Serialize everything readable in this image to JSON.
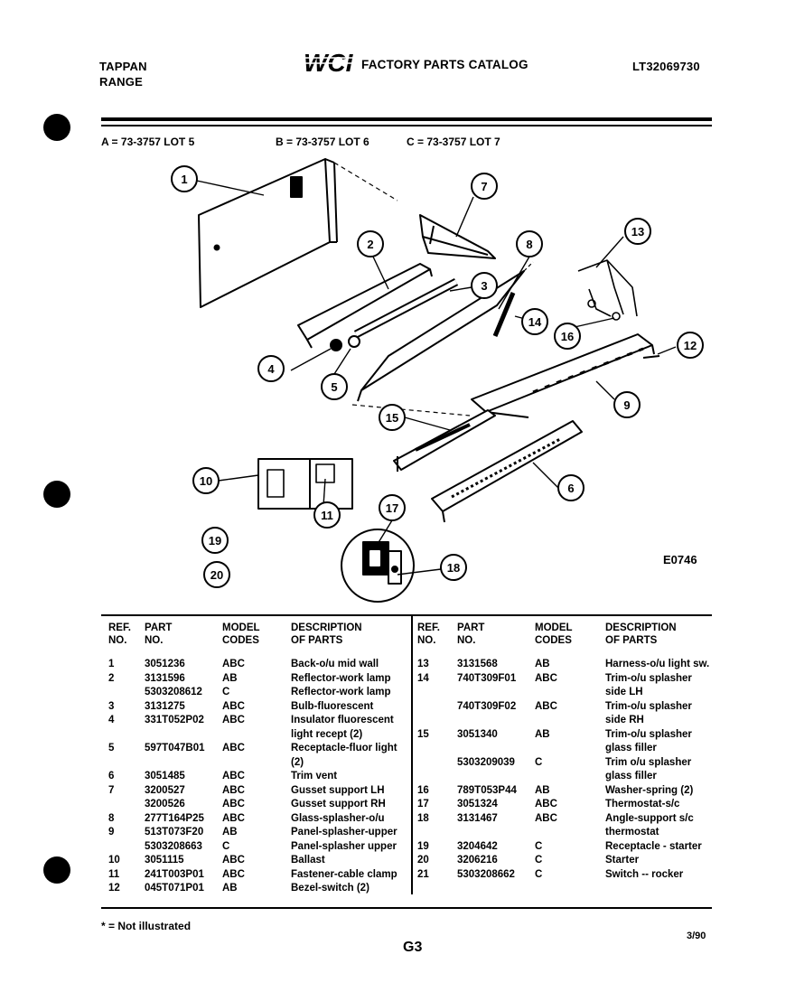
{
  "header": {
    "brand_line1": "TAPPAN",
    "brand_line2": "RANGE",
    "logo_text": "WCI",
    "catalog_title": "FACTORY PARTS CATALOG",
    "catalog_number": "LT32069730"
  },
  "lots": {
    "a": "A = 73-3757 LOT 5",
    "b": "B = 73-3757 LOT 6",
    "c": "C = 73-3757 LOT 7"
  },
  "diagram": {
    "code": "E0746",
    "callouts": [
      "1",
      "2",
      "3",
      "4",
      "5",
      "6",
      "7",
      "8",
      "9",
      "10",
      "11",
      "12",
      "13",
      "14",
      "15",
      "16",
      "17",
      "18",
      "19",
      "20"
    ]
  },
  "table": {
    "headers": {
      "ref": "REF.",
      "ref2": "NO.",
      "part": "PART",
      "part2": "NO.",
      "model": "MODEL",
      "model2": "CODES",
      "desc": "DESCRIPTION",
      "desc2": "OF PARTS"
    },
    "left_rows": [
      {
        "ref": "1",
        "part": "3051236",
        "model": "ABC",
        "desc": "Back-o/u mid wall"
      },
      {
        "ref": "2",
        "part": "3131596",
        "model": "AB",
        "desc": "Reflector-work lamp"
      },
      {
        "ref": "",
        "part": "5303208612",
        "model": "C",
        "desc": "Reflector-work lamp"
      },
      {
        "ref": "3",
        "part": "3131275",
        "model": "ABC",
        "desc": "Bulb-fluorescent"
      },
      {
        "ref": "4",
        "part": "331T052P02",
        "model": "ABC",
        "desc": "Insulator fluorescent"
      },
      {
        "ref": "",
        "part": "",
        "model": "",
        "desc": "light recept (2)"
      },
      {
        "ref": "5",
        "part": "597T047B01",
        "model": "ABC",
        "desc": "Receptacle-fluor light"
      },
      {
        "ref": "",
        "part": "",
        "model": "",
        "desc": "(2)"
      },
      {
        "ref": "6",
        "part": "3051485",
        "model": "ABC",
        "desc": "Trim vent"
      },
      {
        "ref": "7",
        "part": "3200527",
        "model": "ABC",
        "desc": "Gusset support LH"
      },
      {
        "ref": "",
        "part": "3200526",
        "model": "ABC",
        "desc": "Gusset support RH"
      },
      {
        "ref": "8",
        "part": "277T164P25",
        "model": "ABC",
        "desc": "Glass-splasher-o/u"
      },
      {
        "ref": "9",
        "part": "513T073F20",
        "model": "AB",
        "desc": "Panel-splasher-upper"
      },
      {
        "ref": "",
        "part": "5303208663",
        "model": "C",
        "desc": "Panel-splasher upper"
      },
      {
        "ref": "10",
        "part": "3051115",
        "model": "ABC",
        "desc": "Ballast"
      },
      {
        "ref": "11",
        "part": "241T003P01",
        "model": "ABC",
        "desc": "Fastener-cable clamp"
      },
      {
        "ref": "12",
        "part": "045T071P01",
        "model": "AB",
        "desc": "Bezel-switch (2)"
      }
    ],
    "right_rows": [
      {
        "ref": "13",
        "part": "3131568",
        "model": "AB",
        "desc": "Harness-o/u light sw."
      },
      {
        "ref": "14",
        "part": "740T309F01",
        "model": "ABC",
        "desc": "Trim-o/u splasher"
      },
      {
        "ref": "",
        "part": "",
        "model": "",
        "desc": "side LH"
      },
      {
        "ref": "",
        "part": "740T309F02",
        "model": "ABC",
        "desc": "Trim-o/u splasher"
      },
      {
        "ref": "",
        "part": "",
        "model": "",
        "desc": "side RH"
      },
      {
        "ref": "15",
        "part": "3051340",
        "model": "AB",
        "desc": "Trim-o/u splasher"
      },
      {
        "ref": "",
        "part": "",
        "model": "",
        "desc": "glass filler"
      },
      {
        "ref": "",
        "part": "5303209039",
        "model": "C",
        "desc": "Trim o/u splasher"
      },
      {
        "ref": "",
        "part": "",
        "model": "",
        "desc": "glass filler"
      },
      {
        "ref": "16",
        "part": "789T053P44",
        "model": "AB",
        "desc": "Washer-spring (2)"
      },
      {
        "ref": "17",
        "part": "3051324",
        "model": "ABC",
        "desc": "Thermostat-s/c"
      },
      {
        "ref": "18",
        "part": "3131467",
        "model": "ABC",
        "desc": "Angle-support s/c"
      },
      {
        "ref": "",
        "part": "",
        "model": "",
        "desc": "thermostat"
      },
      {
        "ref": "19",
        "part": "3204642",
        "model": "C",
        "desc": "Receptacle - starter"
      },
      {
        "ref": "20",
        "part": "3206216",
        "model": "C",
        "desc": "Starter"
      },
      {
        "ref": "21",
        "part": "5303208662",
        "model": "C",
        "desc": "Switch -- rocker"
      }
    ]
  },
  "footer": {
    "note": "* = Not illustrated",
    "page": "G3",
    "date": "3/90"
  }
}
